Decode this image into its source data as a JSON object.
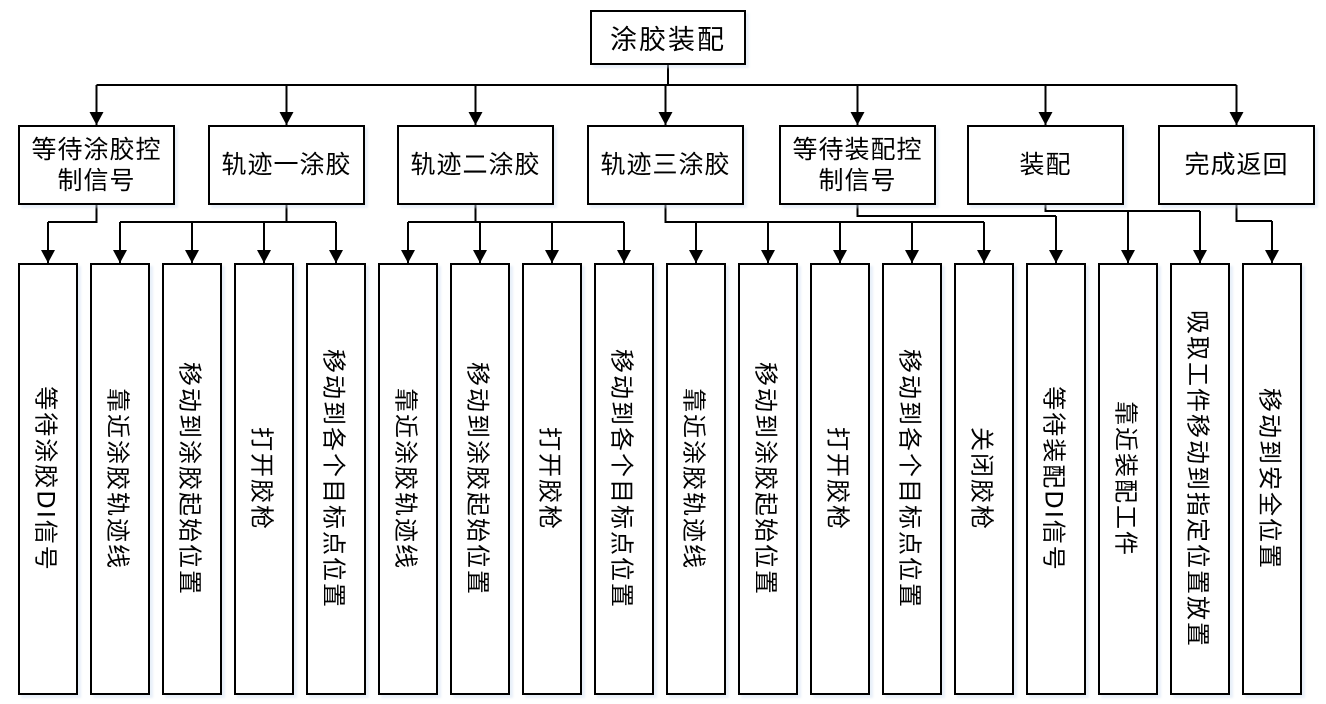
{
  "diagram": {
    "type": "flowchart",
    "root": {
      "label": "涂胶装配"
    },
    "groups": [
      {
        "label": "等待涂胶控制信号",
        "children": [
          "等待涂胶DI信号"
        ]
      },
      {
        "label": "轨迹一涂胶",
        "children": [
          "靠近涂胶轨迹线",
          "移动到涂胶起始位置",
          "打开胶枪",
          "移动到各个目标点位置"
        ]
      },
      {
        "label": "轨迹二涂胶",
        "children": [
          "靠近涂胶轨迹线",
          "移动到涂胶起始位置",
          "打开胶枪",
          "移动到各个目标点位置"
        ]
      },
      {
        "label": "轨迹三涂胶",
        "children": [
          "靠近涂胶轨迹线",
          "移动到涂胶起始位置",
          "打开胶枪",
          "移动到各个目标点位置",
          "关闭胶枪"
        ]
      },
      {
        "label": "等待装配控制信号",
        "children": [
          "等待装配DI信号"
        ]
      },
      {
        "label": "装配",
        "children": [
          "靠近装配工件",
          "吸取工件移动到指定位置放置"
        ]
      },
      {
        "label": "完成返回",
        "children": [
          "移动到安全位置"
        ]
      }
    ],
    "colors": {
      "background": "#ffffff",
      "box_fill": "#ffffff",
      "box_border": "#000000",
      "line": "#000000",
      "text": "#000000"
    }
  }
}
